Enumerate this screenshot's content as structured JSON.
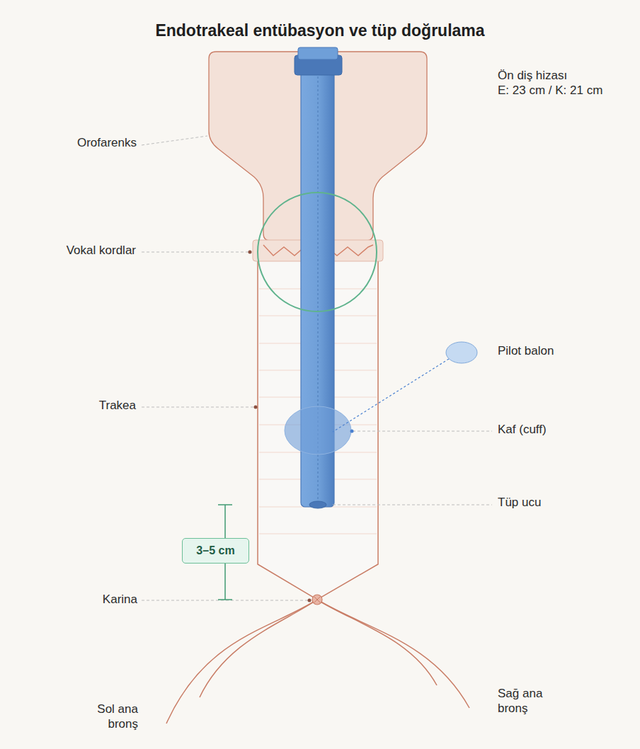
{
  "diagram": {
    "title": "Endotrakeal entübasyon ve tüp doğrulama",
    "nodes": [
      {
        "text": [
          "3–5 cm"
        ]
      }
    ],
    "labels": [
      "Ön diş hizası",
      "E: 23 cm / K: 21 cm",
      "Orofarenks",
      "Vokal kordlar",
      "Trakea",
      "Pilot balon",
      "Kaf (cuff)",
      "Tüp ucu",
      "Karina",
      "Sol ana bronş",
      "Sağ ana bronş"
    ]
  }
}
